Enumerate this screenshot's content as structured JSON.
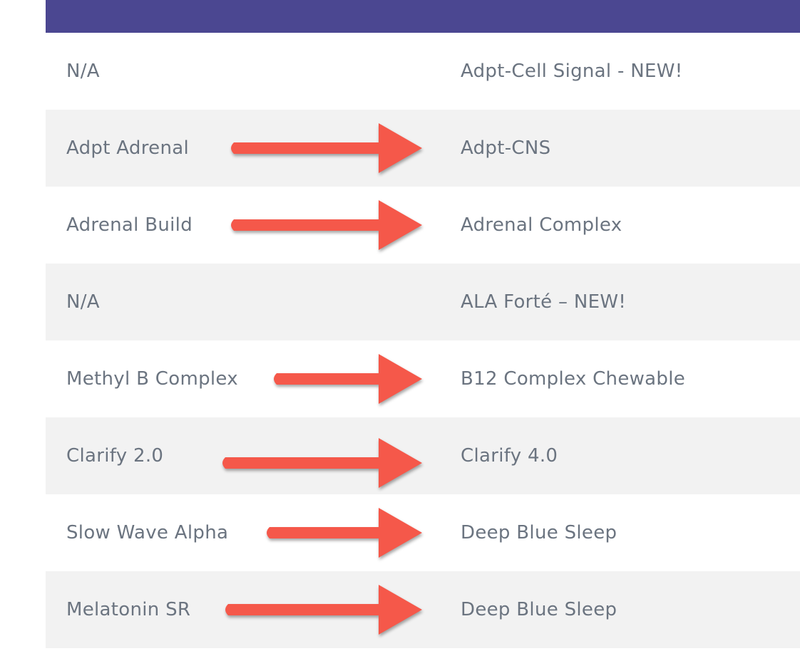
{
  "table": {
    "rows": [
      {
        "old": "N/A",
        "new": "Adpt-Cell Signal - NEW!",
        "arrow": false
      },
      {
        "old": "Adpt Adrenal",
        "new": "Adpt-CNS",
        "arrow": true
      },
      {
        "old": "Adrenal Build",
        "new": "Adrenal Complex",
        "arrow": true
      },
      {
        "old": "N/A",
        "new": "ALA Forté – NEW!",
        "arrow": false
      },
      {
        "old": "Methyl B Complex",
        "new": "B12 Complex Chewable",
        "arrow": true
      },
      {
        "old": "Clarify 2.0",
        "new": "Clarify 4.0",
        "arrow": true
      },
      {
        "old": "Slow Wave Alpha",
        "new": "Deep Blue Sleep",
        "arrow": true
      },
      {
        "old": "Melatonin SR",
        "new": "Deep Blue Sleep",
        "arrow": true
      }
    ]
  },
  "colors": {
    "header": "#4b4791",
    "arrow": "#f5584a",
    "text": "#6b7480",
    "row_shade": "#f2f2f2"
  },
  "icons": {
    "arrow": "right-arrow-icon"
  }
}
